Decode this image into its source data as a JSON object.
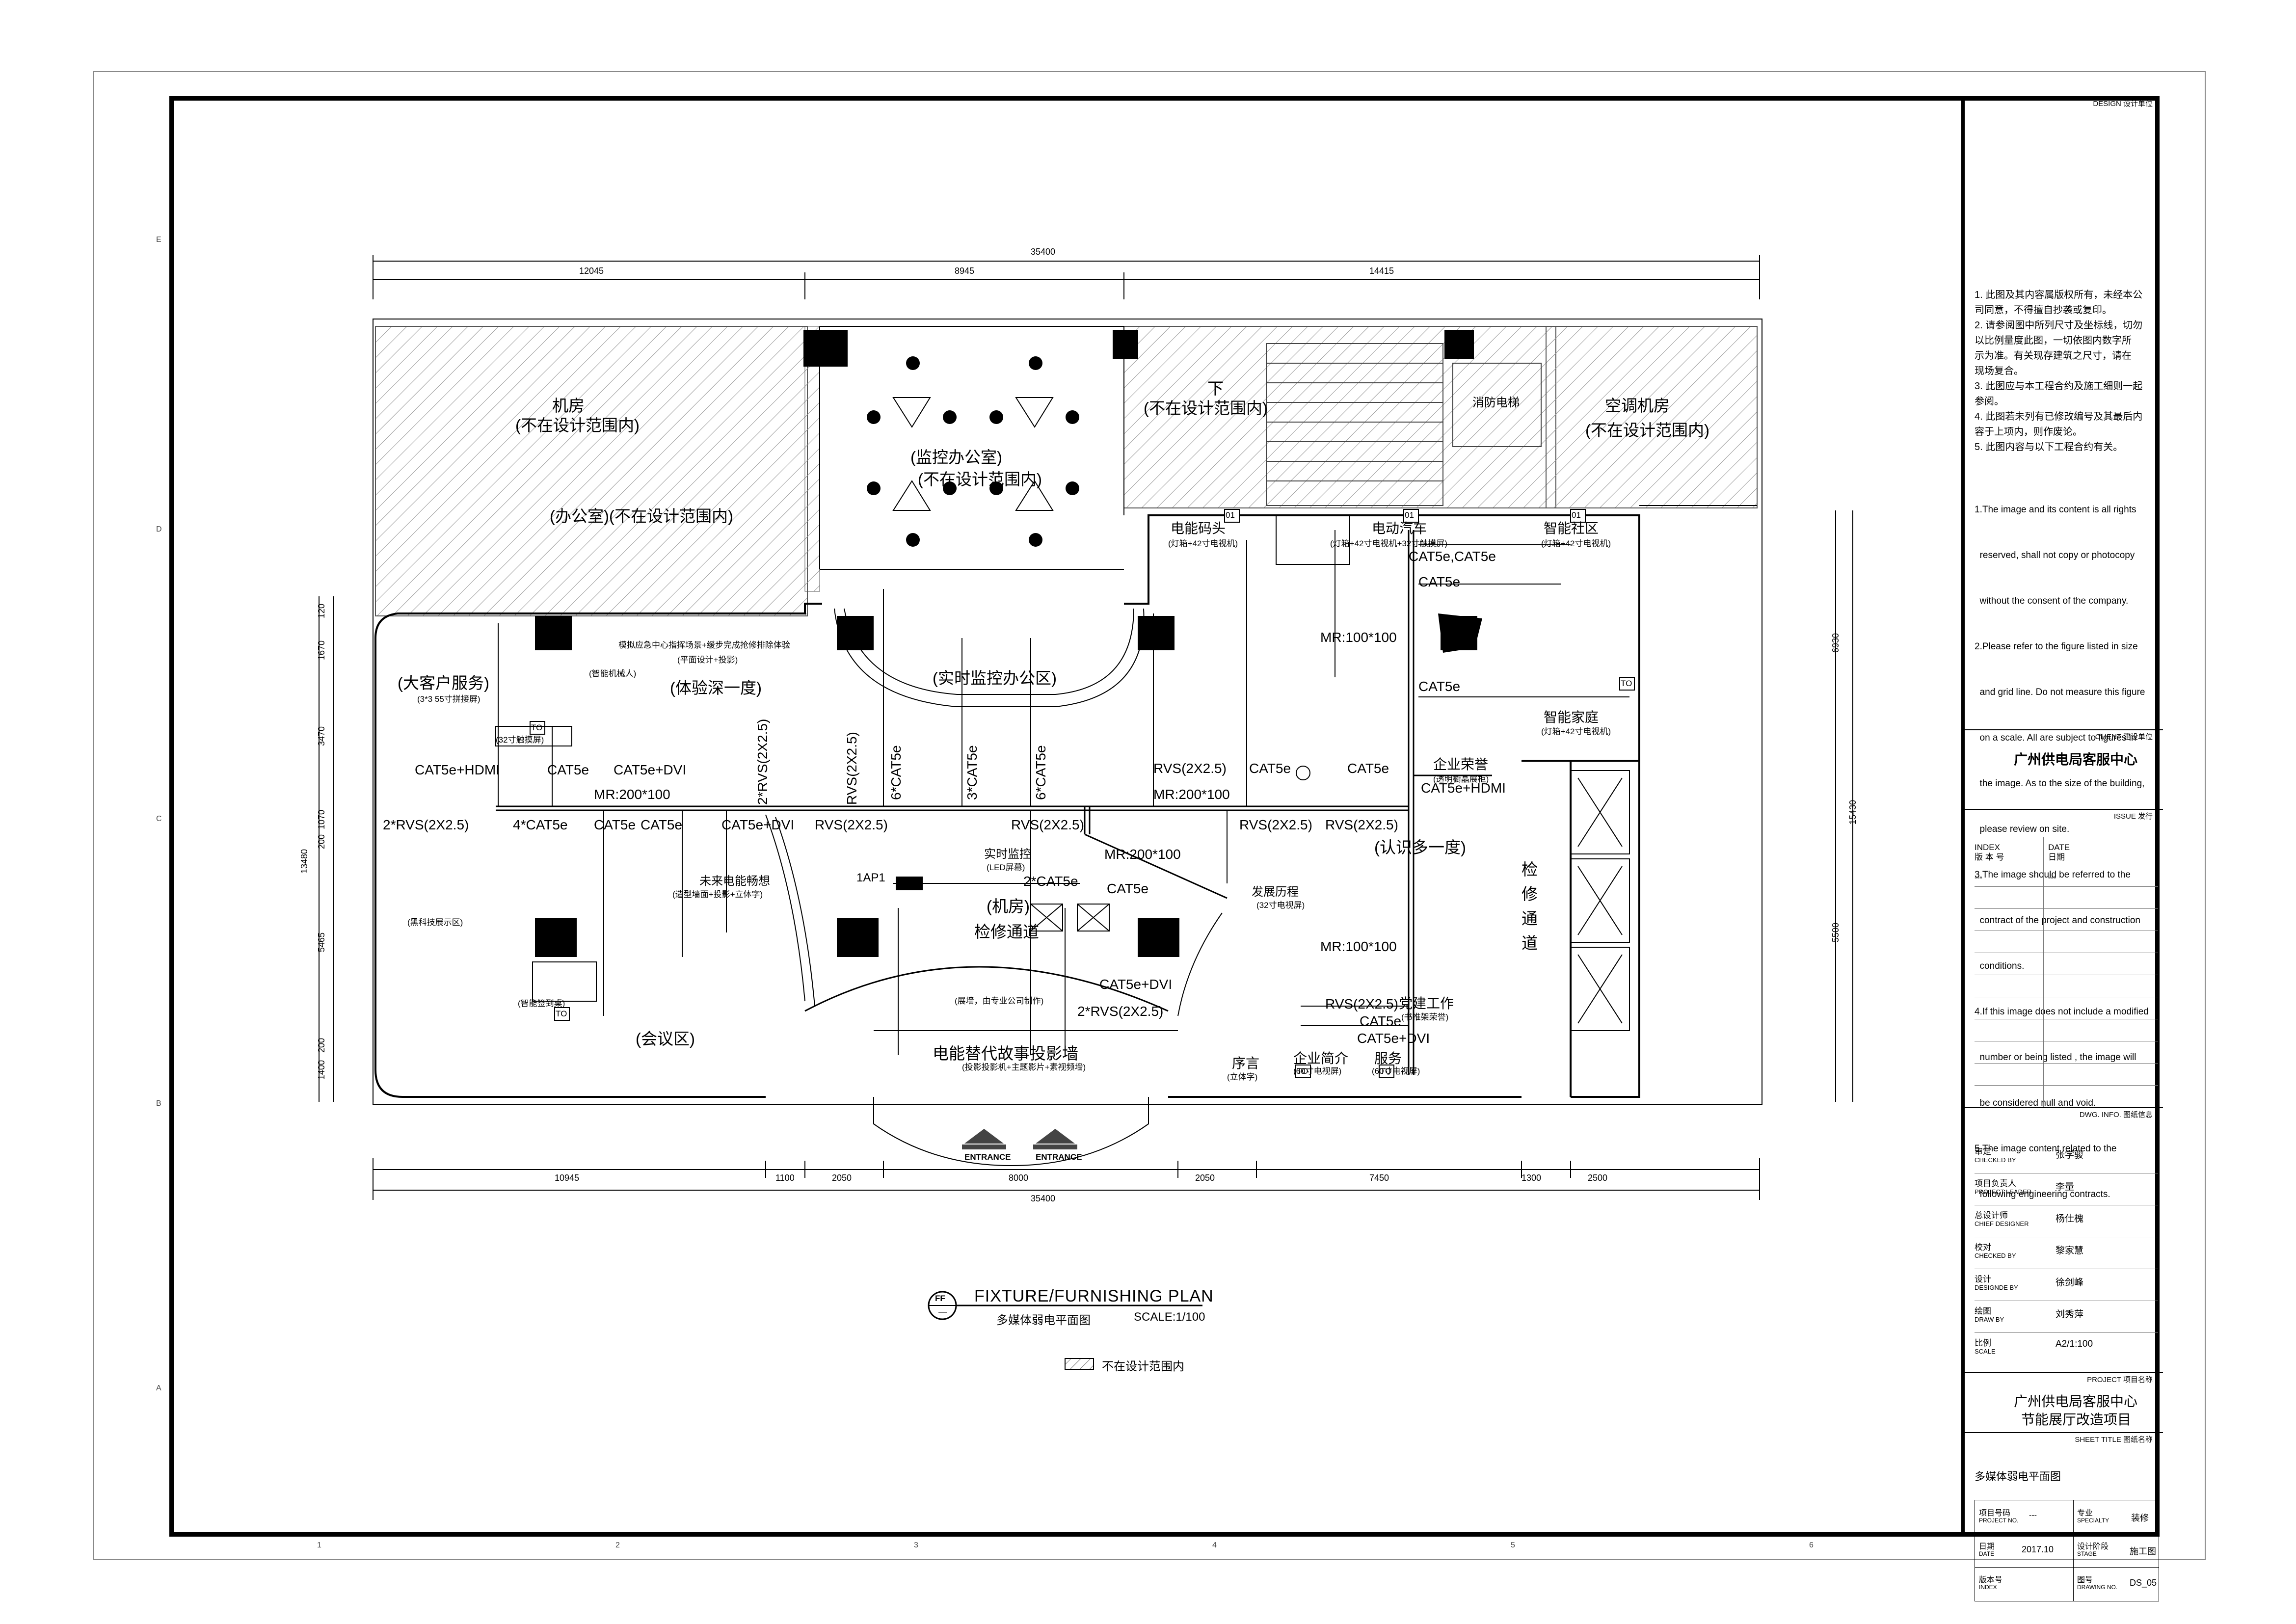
{
  "title_block": {
    "design_label": "DESIGN 设计单位",
    "notes_cn": [
      "1. 此图及其内容属版权所有，未经本公",
      "   司同意，不得擅自抄袭或复印。",
      "2. 请参阅图中所列尺寸及坐标线，切勿",
      "   以比例量度此图，一切依图内数字所",
      "   示为准。有关现存建筑之尺寸，请在",
      "   现场复合。",
      "3. 此图应与本工程合约及施工细则一起",
      "   参阅。",
      "4. 此图若未列有已修改编号及其最后内",
      "   容于上项内，则作废论。",
      "5. 此图内容与以下工程合约有关。"
    ],
    "notes_en": [
      "1.The image and its content is all rights",
      "  reserved, shall not copy or photocopy",
      "  without the consent of the company.",
      "2.Please refer to the figure listed in size",
      "  and grid line. Do not measure this figure",
      "  on a scale. All are subject to figures in",
      "  the image. As to the size of the building,",
      "  please review on site.",
      "3.The image should be referred to the",
      "  contract of the project and construction",
      "  conditions.",
      "4.If this image does not include a modified",
      "  number or being listed , the image will",
      "  be considered null and void.",
      "5.The image content related to the",
      "  following engineering contracts."
    ],
    "client_label": "CLIENT 建设单位",
    "client": "广州供电局客服中心",
    "issue_label": "ISSUE 发行",
    "index_label": "INDEX",
    "index_cn": "版 本 号",
    "date_label": "DATE",
    "date_cn": "日期",
    "index_val": "---",
    "date_val": "---",
    "dwg_info_label": "DWG. INFO. 图纸信息",
    "staff": [
      {
        "cn": "审定",
        "en": "CHECKED BY",
        "name": "张学骏"
      },
      {
        "cn": "项目负责人",
        "en": "PROJECT LEADER",
        "name": "李量"
      },
      {
        "cn": "总设计师",
        "en": "CHIEF DESIGNER",
        "name": "杨仕槐"
      },
      {
        "cn": "校对",
        "en": "CHECKED BY",
        "name": "黎家慧"
      },
      {
        "cn": "设计",
        "en": "DESIGNDE BY",
        "name": "徐剑峰"
      },
      {
        "cn": "绘图",
        "en": "DRAW BY",
        "name": "刘秀萍"
      },
      {
        "cn": "比例",
        "en": "SCALE",
        "name": "A2/1:100"
      }
    ],
    "project_label": "PROJECT 项目名称",
    "project_line1": "广州供电局客服中心",
    "project_line2": "节能展厅改造项目",
    "sheet_title_label": "SHEET TITLE 图纸名称",
    "sheet_title": "多媒体弱电平面图",
    "project_no_cn": "项目号码",
    "project_no_en": "PROJECT NO.",
    "project_no": "---",
    "specialty_cn": "专业",
    "specialty_en": "SPECIALTY",
    "specialty": "装修",
    "date2_cn": "日期",
    "date2_en": "DATE",
    "date2": "2017.10",
    "stage_cn": "设计阶段",
    "stage_en": "STAGE",
    "stage": "施工图",
    "index2_cn": "版本号",
    "index2_en": "INDEX",
    "drawing_no_cn": "图号",
    "drawing_no_en": "DRAWING NO.",
    "drawing_no": "DS_05"
  },
  "grid": {
    "numbers": [
      "1",
      "2",
      "3",
      "4",
      "5",
      "6"
    ],
    "letters": [
      "E",
      "D",
      "C",
      "B",
      "A"
    ]
  },
  "dimensions": {
    "top_total": "35400",
    "top": [
      "12045",
      "8945",
      "14415"
    ],
    "bottom": [
      "10945",
      "1100",
      "2050",
      "8000",
      "2050",
      "7450",
      "1300",
      "2500"
    ],
    "bottom_total": "35400",
    "left": [
      "120",
      "1670",
      "3470",
      "1070",
      "200",
      "5465",
      "200",
      "1400"
    ],
    "left_total": "13480",
    "right": [
      "6930",
      "5500"
    ],
    "right_total": "15430"
  },
  "rooms": {
    "machine_room": "机房",
    "not_in_scope": "(不在设计范围内)",
    "office": "(办公室)(不在设计范围内)",
    "monitor_office": "(监控办公室)",
    "monitor_scope": "(不在设计范围内)",
    "down": "下",
    "stair_scope": "(不在设计范围内)",
    "fire_elevator": "消防电梯",
    "ac_room": "空调机房",
    "ac_scope": "(不在设计范围内)",
    "big_customer": "(大客户服务)",
    "experience": "(体验深一度)",
    "realtime_office": "(实时监控办公区)",
    "recognize": "(认识多一度)",
    "meeting": "(会议区)",
    "machine2": "(机房)",
    "maintenance_1": "检修通道",
    "maintenance_2": "检",
    "maintenance_3": "修",
    "maintenance_4": "通",
    "maintenance_5": "道"
  },
  "labels": {
    "power_code": "电能码头",
    "power_code_sub": "(灯箱+42寸电视机)",
    "ev": "电动汽车",
    "ev_sub": "(灯箱+42寸电视机+32寸触摸屏)",
    "smart_community": "智能社区",
    "smart_community_sub": "(灯箱+42寸电视机)",
    "smart_home": "智能家庭",
    "smart_home_sub": "(灯箱+42寸电视机)",
    "honor": "企业荣誉",
    "honor_sub": "(透明橱晶展柜)",
    "emergency": "模拟应急中心指挥场景+缓步完成抢修排除体验",
    "emergency_sub": "(平面设计+投影)",
    "robot": "(智能机械人)",
    "big_cust_sub": "(3*3 55寸拼接屏)",
    "touch": "(32寸触摸屏)",
    "future": "未来电能畅想",
    "future_sub": "(造型墙面+投影+立体字)",
    "realtime": "实时监控",
    "realtime_sub": "(LED屏幕)",
    "history": "发展历程",
    "history_sub": "(32寸电视屏)",
    "tech_show": "(黑科技展示区)",
    "smart_sign": "(智能签到桌)",
    "mr1": "MR:200*100",
    "mr2": "MR:200*100",
    "mr3": "MR:200*100",
    "mr4": "MR:100*100",
    "mr5": "MR:100*100",
    "screen_note": "(展墙，由专业公司制作)",
    "story": "电能替代故事投影墙",
    "story_sub": "(投影投影机+主题影片+素视频墙)",
    "party": "党建工作",
    "party_sub": "(书推架荣誉)",
    "intro": "企业简介",
    "intro_sub": "(60寸电视屏)",
    "service": "服务",
    "service_sub": "(60寸电视屏)",
    "preface": "序言",
    "preface_sub": "(立体字)",
    "ap": "1AP1",
    "cat5e": "CAT5e",
    "cat5e_hdmi": "CAT5e+HDMI",
    "cat5e_dvi": "CAT5e+DVI",
    "cat5e_cat5e": "CAT5e,CAT5e",
    "rvs": "RVS(2X2.5)",
    "rvs2": "2*RVS(2X2.5)",
    "cat4": "4*CAT5e",
    "cat2": "2*CAT5e",
    "cat3": "3*CAT5e",
    "cat6": "6*CAT5e",
    "to": "TO",
    "to1": "01",
    "entrance": "ENTRANCE"
  },
  "plan_title": {
    "symbol": "FF",
    "symbol_sub": "—",
    "title": "FIXTURE/FURNISHING PLAN",
    "subtitle": "多媒体弱电平面图",
    "scale": "SCALE:1/100"
  },
  "legend": {
    "text": "不在设计范围内"
  }
}
